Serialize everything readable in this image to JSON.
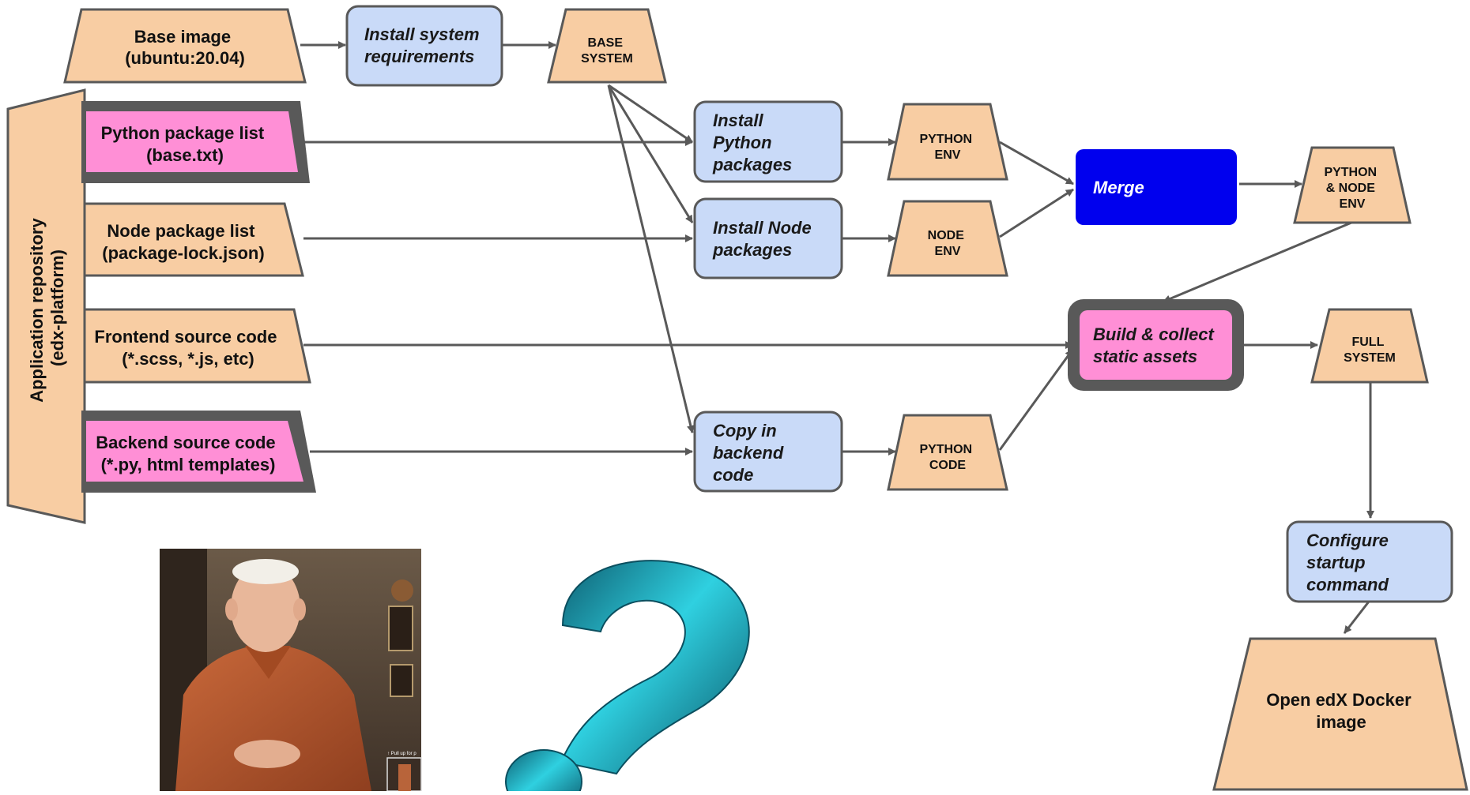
{
  "diagram": {
    "colors": {
      "input_fill": "#f8cda3",
      "highlight_fill": "#ff8fd6",
      "step_fill": "#c9daf8",
      "merge_fill": "#0000ee",
      "stroke": "#595959",
      "thick_border": "#555555",
      "question_mark": "#1ba6bb"
    },
    "repository_label": [
      "Application repository",
      "(edx-platform)"
    ],
    "inputs": {
      "base_image": [
        "Base image",
        "(ubuntu:20.04)"
      ],
      "python_packages": [
        "Python package list",
        "(base.txt)"
      ],
      "node_packages": [
        "Node package list",
        "(package-lock.json)"
      ],
      "frontend_source": [
        "Frontend source code",
        "(*.scss, *.js, etc)"
      ],
      "backend_source": [
        "Backend source code",
        "(*.py, html templates)"
      ]
    },
    "steps": {
      "install_system": [
        "Install system",
        "requirements"
      ],
      "install_python": [
        "Install",
        "Python",
        "packages"
      ],
      "install_node": [
        "Install Node",
        "packages"
      ],
      "copy_backend": [
        "Copy in",
        "backend",
        "code"
      ],
      "merge": [
        "Merge"
      ],
      "build_assets": [
        "Build & collect",
        "static assets"
      ],
      "configure_startup": [
        "Configure",
        "startup",
        "command"
      ]
    },
    "artifacts": {
      "base_system": [
        "BASE",
        "SYSTEM"
      ],
      "python_env": [
        "PYTHON",
        "ENV"
      ],
      "node_env": [
        "NODE",
        "ENV"
      ],
      "python_code": [
        "PYTHON",
        "CODE"
      ],
      "python_node_env": [
        "PYTHON",
        "& NODE",
        "ENV"
      ],
      "full_system": [
        "FULL",
        "SYSTEM"
      ]
    },
    "final_output": [
      "Open edX Docker",
      "image"
    ],
    "photo": {
      "subject": "elderly-man-photo",
      "caption": "↑ Pull up for p"
    },
    "decoration": "question-mark"
  }
}
